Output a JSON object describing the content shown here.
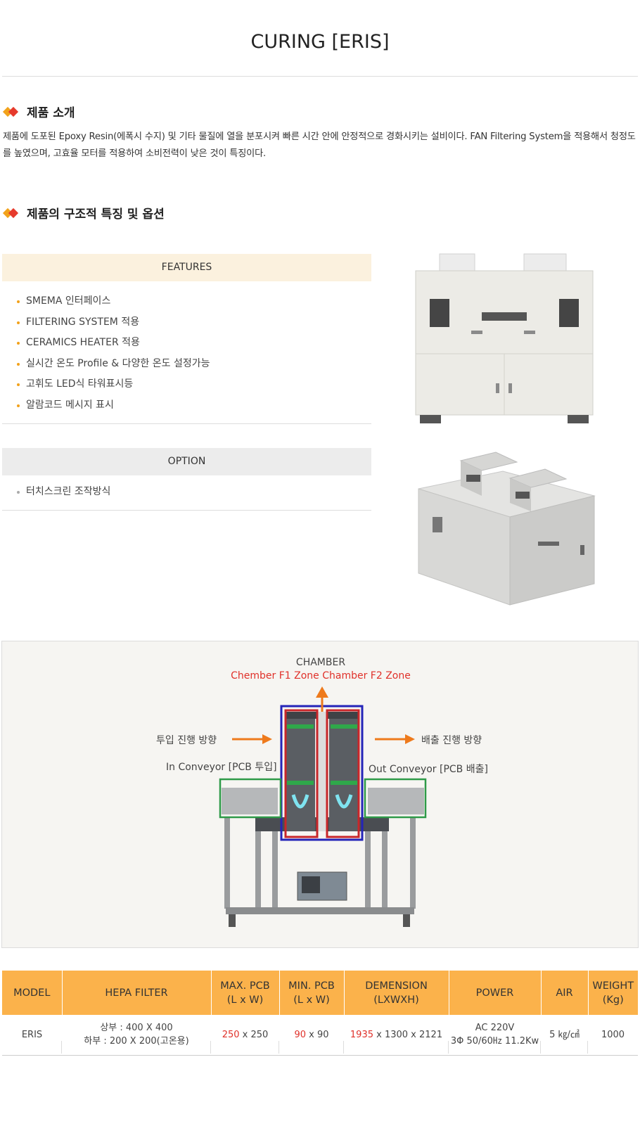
{
  "page": {
    "title": "CURING [ERIS]"
  },
  "intro": {
    "heading": "제품 소개",
    "text": "제품에 도포된 Epoxy Resin(에폭시 수지) 및 기타 물질에 열을 분포시켜 빠른 시간 안에 안정적으로 경화시키는 설비이다. FAN Filtering System을 적용해서 청정도를 높였으며, 고효율 모터를 적용하여 소비전력이 낮은 것이 특징이다."
  },
  "structure": {
    "heading": "제품의 구조적 특징 및 옵션"
  },
  "features": {
    "title": "FEATURES",
    "items": [
      "SMEMA 인터페이스",
      "FILTERING SYSTEM 적용",
      "CERAMICS HEATER 적용",
      "실시간 온도 Profile & 다양한 온도 설정가능",
      "고휘도 LED식 타워표시등",
      "알람코드 메시지 표시"
    ]
  },
  "option": {
    "title": "OPTION",
    "items": [
      "터치스크린 조작방식"
    ]
  },
  "diagram": {
    "chamber_label": "CHAMBER",
    "zones_label": "Chember F1 Zone Chamber F2 Zone",
    "in_direction": "투입 진행 방향",
    "out_direction": "배출 진행 방향",
    "in_conveyor": "In Conveyor [PCB 투입]",
    "out_conveyor": "Out Conveyor [PCB 배출]",
    "colors": {
      "arrow": "#ee7a1c",
      "zone_text": "#e0312a",
      "chamber_frame": "#2424b8",
      "zone_frame": "#c8262a",
      "conveyor_frame": "#2e9a48"
    }
  },
  "spec_table": {
    "headers": {
      "model": "MODEL",
      "hepa": "HEPA FILTER",
      "max_pcb_1": "MAX. PCB",
      "max_pcb_2": "(L x W)",
      "min_pcb_1": "MIN. PCB",
      "min_pcb_2": "(L x W)",
      "dimension_1": "DEMENSION",
      "dimension_2": "(LXWXH)",
      "power": "POWER",
      "air": "AIR",
      "weight_1": "WEIGHT",
      "weight_2": "(Kg)"
    },
    "row": {
      "model": "ERIS",
      "hepa_upper": "상부 : 400 X  400",
      "hepa_lower": "하부 : 200 X 200(고온용)",
      "max_pcb_a": "250",
      "max_pcb_b": " x 250",
      "min_pcb_a": "90",
      "min_pcb_b": " x 90",
      "dimension_a": "1935",
      "dimension_b": " x 1300 x 2121",
      "power_1": "AC 220V",
      "power_2": "3Φ 50/60㎐ 11.2Kw",
      "air": "5 ㎏/㎠",
      "weight": "1000"
    },
    "colors": {
      "header_bg": "#fbb24b",
      "highlight": "#e0312a"
    }
  }
}
